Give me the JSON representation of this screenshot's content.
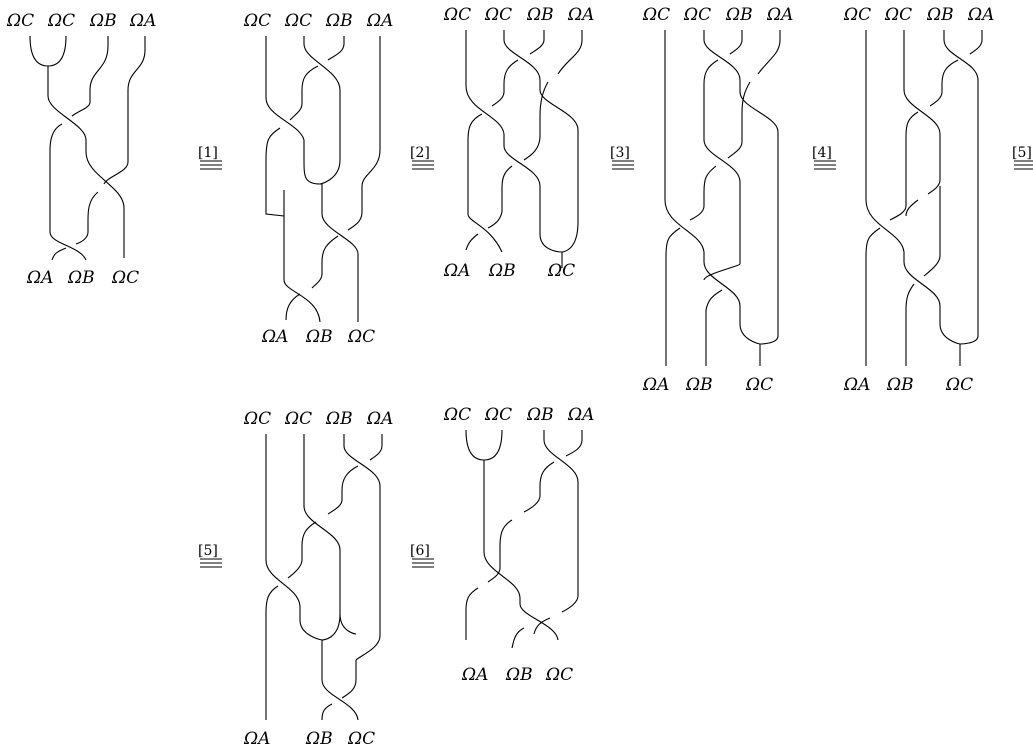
{
  "diagrams": [
    {
      "top_labels": [
        "ΩC",
        "ΩC",
        "ΩB",
        "ΩA"
      ],
      "bottom_labels": [
        "ΩA",
        "ΩB",
        "ΩC"
      ]
    },
    {
      "top_labels": [
        "ΩC",
        "ΩC",
        "ΩB",
        "ΩA"
      ],
      "bottom_labels": [
        "ΩA",
        "ΩB",
        "ΩC"
      ]
    },
    {
      "top_labels": [
        "ΩC",
        "ΩC",
        "ΩB",
        "ΩA"
      ],
      "bottom_labels": [
        "ΩA",
        "ΩB",
        "ΩC"
      ]
    },
    {
      "top_labels": [
        "ΩC",
        "ΩC",
        "ΩB",
        "ΩA"
      ],
      "bottom_labels": [
        "ΩA",
        "ΩB",
        "ΩC"
      ]
    },
    {
      "top_labels": [
        "ΩC",
        "ΩC",
        "ΩB",
        "ΩA"
      ],
      "bottom_labels": [
        "ΩA",
        "ΩB",
        "ΩC"
      ]
    },
    {
      "top_labels": [
        "ΩC",
        "ΩC",
        "ΩB",
        "ΩA"
      ],
      "bottom_labels": [
        "ΩA",
        "ΩB",
        "ΩC"
      ]
    },
    {
      "top_labels": [
        "ΩC",
        "ΩC",
        "ΩB",
        "ΩA"
      ],
      "bottom_labels": [
        "ΩA",
        "ΩB",
        "ΩC"
      ]
    }
  ],
  "relations": [
    "[1]",
    "[2]",
    "[3]",
    "[4]",
    "[5]",
    "[5]",
    "[6]"
  ]
}
